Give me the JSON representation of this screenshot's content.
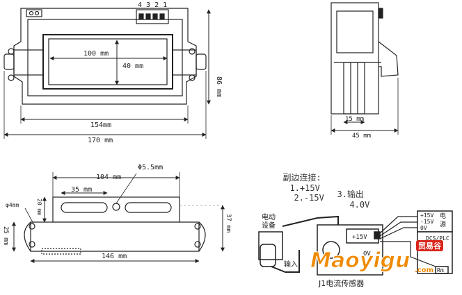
{
  "front_view": {
    "pins": "4 3 2 1",
    "dim_100": "100 mm",
    "dim_40": "40 mm",
    "dim_86": "86 mm",
    "dim_154": "154mm",
    "dim_170": "170 mm"
  },
  "side_view": {
    "dim_15": "15 mm",
    "dim_45": "45 mm"
  },
  "base_view": {
    "dim_hole": "Φ5.5mm",
    "dim_104": "104 mm",
    "dim_35": "35 mm",
    "dim_phi4": "φ4mm",
    "dim_20": "20 mm",
    "dim_25": "25 mm",
    "dim_37": "37 mm",
    "dim_146": "146 mm"
  },
  "connection": {
    "title": "副边连接:",
    "p1": "1.+15V",
    "p2": "2.-15V",
    "p3": "3.输出",
    "p4": "4.0V"
  },
  "wiring": {
    "equipment": "电动\n设备",
    "plus15": "+15V",
    "zero_v": "0V",
    "supply_plus": "+15V",
    "supply_minus": "-15V",
    "supply_zero": "0V",
    "supply_label": "电\n源",
    "dcs": "DCS/PLC",
    "rm": "Rm",
    "input": "输入",
    "sensor": "J1电流传感器"
  },
  "watermark": {
    "cn": "贸易谷",
    "en": "Maoyigu",
    "com": ".com"
  },
  "colors": {
    "line": "#222222",
    "dashed": "#999999",
    "brand_orange": "#f08a00",
    "brand_red": "#d9261c"
  }
}
